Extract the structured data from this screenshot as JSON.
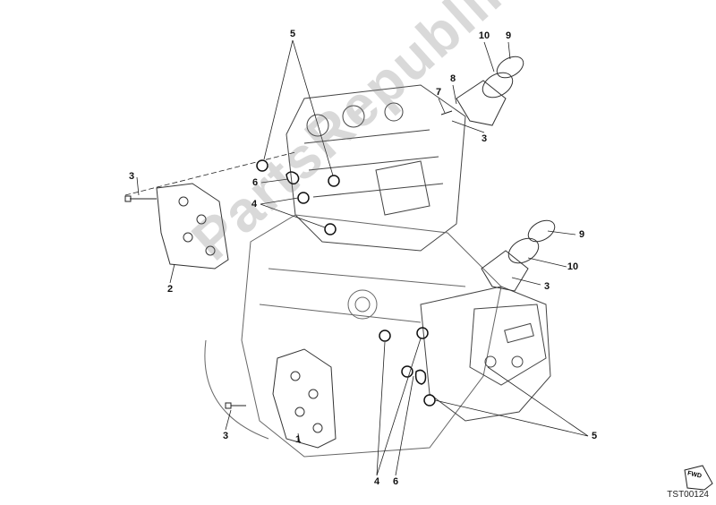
{
  "diagram": {
    "callouts": [
      {
        "id": "c5a",
        "text": "5"
      },
      {
        "id": "c10a",
        "text": "10"
      },
      {
        "id": "c9a",
        "text": "9"
      },
      {
        "id": "c8",
        "text": "8"
      },
      {
        "id": "c7",
        "text": "7"
      },
      {
        "id": "c3a",
        "text": "3"
      },
      {
        "id": "c3b",
        "text": "3"
      },
      {
        "id": "c6a",
        "text": "6"
      },
      {
        "id": "c4a",
        "text": "4"
      },
      {
        "id": "c2",
        "text": "2"
      },
      {
        "id": "c9b",
        "text": "9"
      },
      {
        "id": "c10b",
        "text": "10"
      },
      {
        "id": "c3c",
        "text": "3"
      },
      {
        "id": "c3d",
        "text": "3"
      },
      {
        "id": "c1",
        "text": "1"
      },
      {
        "id": "c4b",
        "text": "4"
      },
      {
        "id": "c6b",
        "text": "6"
      },
      {
        "id": "c5b",
        "text": "5"
      }
    ],
    "drawing_code": "TST00124",
    "fwd_label": "FWD",
    "watermark": "PartsRepublik"
  },
  "colors": {
    "line": "#333333",
    "watermark": "#9a9a9a"
  }
}
